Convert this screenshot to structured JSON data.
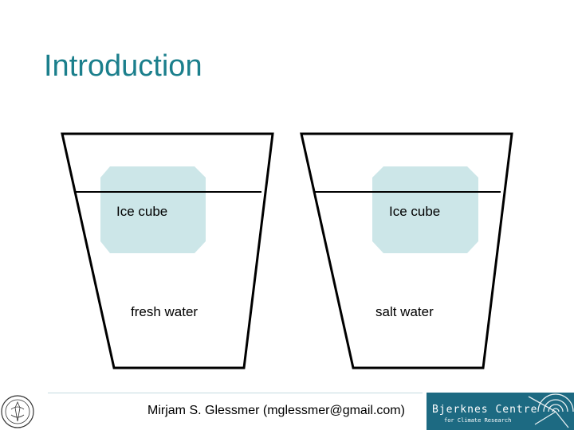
{
  "slide": {
    "title": "Introduction"
  },
  "diagram": {
    "left_glass": {
      "cube_label": "Ice cube",
      "water_label": "fresh water"
    },
    "right_glass": {
      "cube_label": "Ice cube",
      "water_label": "salt water"
    },
    "colors": {
      "ice": "#cce6e8",
      "outline": "#000000"
    }
  },
  "footer": {
    "text": "Mirjam S. Glessmer (mglessmer@gmail.com)",
    "logo_name": "Bjerknes Centre",
    "logo_subtitle": "for Climate Research",
    "seal_icon": "university-seal-icon",
    "logo_color": "#1d6a82"
  }
}
